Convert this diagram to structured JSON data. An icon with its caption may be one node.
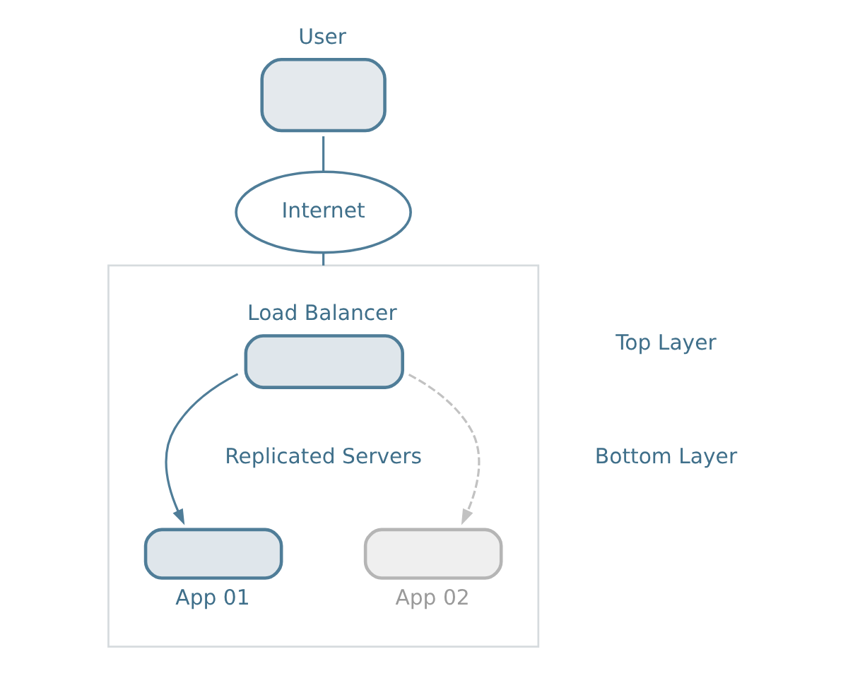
{
  "diagram": {
    "nodes": [
      {
        "text": [
          "User"
        ]
      },
      {
        "text": [
          "Internet"
        ]
      },
      {
        "text": [],
        "shape": "box"
      },
      {
        "text": [
          "Load Balancer"
        ],
        "in": 2
      },
      {
        "text": [
          "App 01"
        ],
        "in": 2
      },
      {
        "text": [
          "App 02"
        ],
        "in": 2
      }
    ],
    "edges": [
      {
        "from": 0,
        "to": 1,
        "arrow": "none"
      },
      {
        "from": 1,
        "to": 2,
        "arrow": "none"
      },
      {
        "from": 3,
        "to": 4,
        "arrow": "to"
      },
      {
        "from": 3,
        "to": 5,
        "arrow": "to",
        "style": "dashed",
        "color": "#c2c2c2"
      }
    ],
    "labels": [
      "Replicated Servers",
      "Top Layer",
      "Bottom Layer"
    ]
  }
}
